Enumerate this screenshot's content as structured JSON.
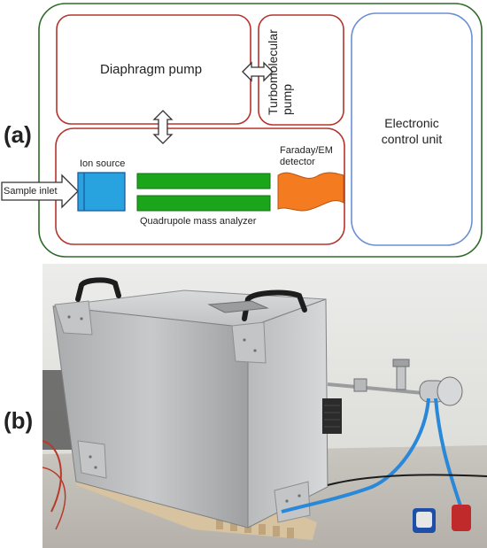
{
  "panel_a": {
    "label": "(a)",
    "diaphragm_pump": "Diaphragm pump",
    "turbomolecular_pump": "Turbomolecular pump",
    "electronic_control_unit_line1": "Electronic",
    "electronic_control_unit_line2": "control unit",
    "ion_source": "Ion source",
    "detector_line1": "Faraday/EM",
    "detector_line2": "detector",
    "quadrupole": "Quadrupole mass analyzer",
    "sample_inlet": "Sample inlet"
  },
  "panel_b": {
    "label": "(b)"
  },
  "colors": {
    "outer_border": "#2e6b2a",
    "red_border": "#b5332c",
    "blue_border": "#6a8fd6",
    "ion_source": "#29a3e0",
    "quadrupole": "#1aa51a",
    "detector": "#f47b20"
  }
}
